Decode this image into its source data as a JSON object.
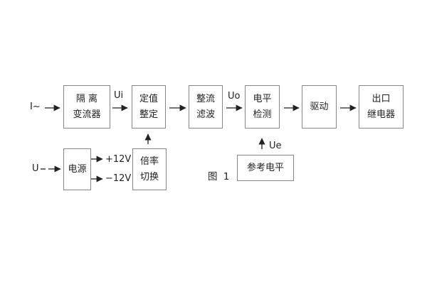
{
  "figure": {
    "caption": "图 1",
    "inputs": {
      "current": "I~",
      "voltage": "U"
    },
    "signals": {
      "ui": "Ui",
      "uo": "Uo",
      "ue": "Ue"
    },
    "power_rails": {
      "positive": "+12V",
      "negative": "−12V"
    },
    "blocks": {
      "isolation": {
        "line1": "隔 离",
        "line2": "变流器"
      },
      "setting": {
        "line1": "定值",
        "line2": "整定"
      },
      "rectifier": {
        "line1": "整流",
        "line2": "滤波"
      },
      "level_detect": {
        "line1": "电平",
        "line2": "检测"
      },
      "drive": {
        "label": "驱动"
      },
      "output_relay": {
        "line1": "出口",
        "line2": "继电器"
      },
      "power_supply": {
        "label": "电源"
      },
      "ratio_switch": {
        "line1": "倍率",
        "line2": "切换"
      },
      "reference_level": {
        "label": "参考电平"
      }
    },
    "colors": {
      "ink": "#222222",
      "box_border": "#878787",
      "background": "#ffffff"
    }
  }
}
